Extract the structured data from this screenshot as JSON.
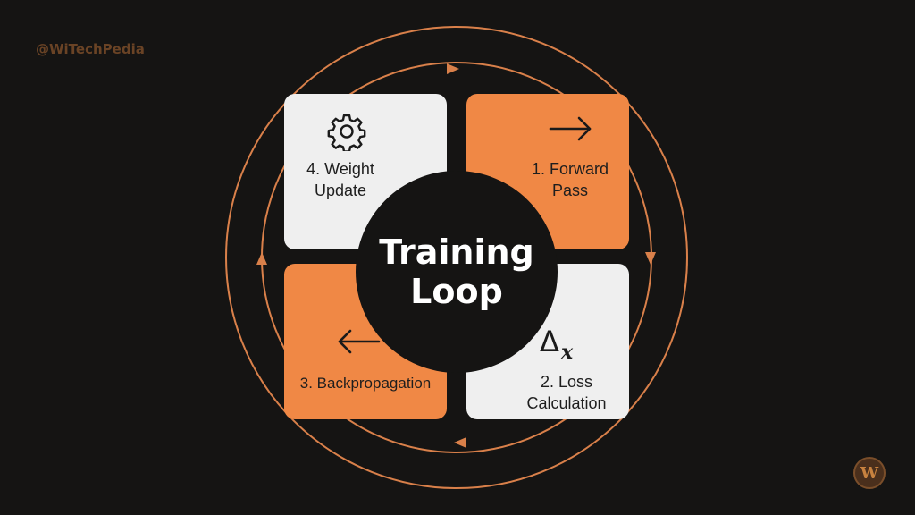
{
  "watermark": "@WiTechPedia",
  "center": {
    "title": "Training Loop"
  },
  "steps": [
    {
      "label": "1. Forward Pass",
      "icon": "arrow-right-icon",
      "color": "#f08845"
    },
    {
      "label": "2. Loss Calculation",
      "icon": "delta-x-icon",
      "symbol": "Δ",
      "subscript": "x",
      "color": "#efefef"
    },
    {
      "label": "3. Backpropagation",
      "icon": "arrow-left-icon",
      "color": "#f08845"
    },
    {
      "label": "4. Weight Update",
      "icon": "gear-icon",
      "color": "#efefef"
    }
  ],
  "colors": {
    "background": "#151413",
    "accent": "#f08845",
    "light": "#efefef",
    "ring": "#d9804a"
  },
  "logo_icon": "witechpedia-logo-icon"
}
